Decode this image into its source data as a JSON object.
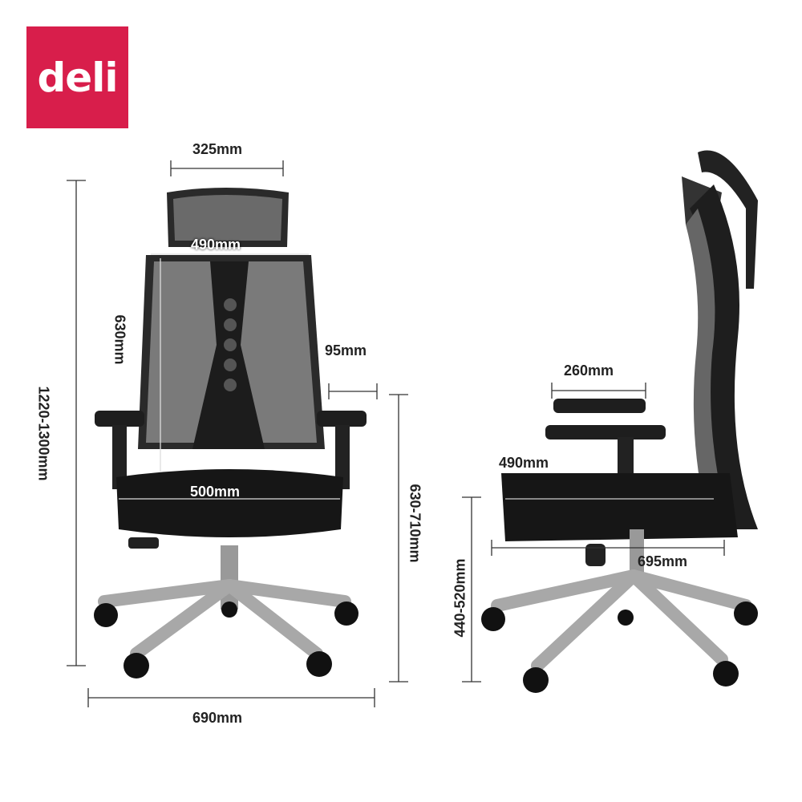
{
  "brand": {
    "logo_text": "deli",
    "color": "#d81e4b"
  },
  "front_view": {
    "headrest_width": "325mm",
    "backrest_width": "490mm",
    "backrest_height": "630mm",
    "armrest_offset": "95mm",
    "total_height": "1220-1300mm",
    "seat_width": "500mm",
    "armrest_height": "630-710mm",
    "base_width": "690mm"
  },
  "side_view": {
    "armrest_length": "260mm",
    "seat_depth": "490mm",
    "seat_height": "440-520mm",
    "base_depth": "695mm"
  }
}
